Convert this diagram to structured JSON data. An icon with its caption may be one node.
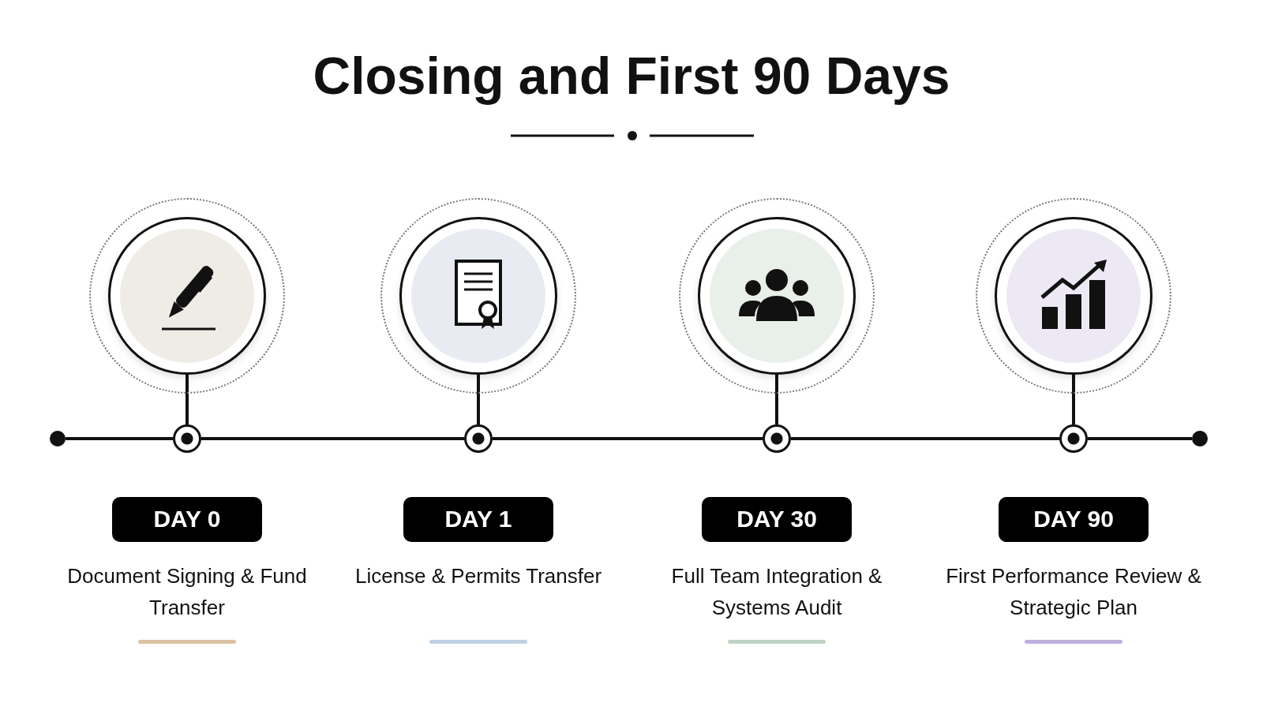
{
  "diagram": {
    "title": "Closing and First 90 Days",
    "nodes": [
      {
        "text": [],
        "shape": "circle"
      },
      {
        "text": [],
        "shape": "circle"
      },
      {
        "text": [],
        "shape": "circle"
      },
      {
        "text": [],
        "shape": "circle"
      },
      {
        "text": [],
        "shape": "circle"
      },
      {
        "text": [],
        "shape": "circle"
      },
      {
        "text": [],
        "shape": "circle"
      },
      {
        "text": [],
        "shape": "circle"
      },
      {
        "text": [],
        "shape": "circle"
      },
      {
        "text": [],
        "shape": "circle"
      },
      {
        "text": [
          "DAY 0"
        ],
        "beside": [
          "Document Signing & Fund Transfer"
        ]
      },
      {
        "text": [
          "DAY 1"
        ],
        "beside": [
          "License & Permits Transfer"
        ]
      },
      {
        "text": [
          "DAY 30"
        ],
        "beside": [
          "Full Team Integration & Systems Audit"
        ]
      },
      {
        "text": [
          "DAY 90"
        ],
        "beside": [
          "First Performance Review & Strategic Plan"
        ]
      }
    ],
    "edges": [
      {
        "from": 0,
        "to": 5,
        "arrow": "none"
      },
      {
        "from": 1,
        "to": 6,
        "arrow": "none"
      },
      {
        "from": 2,
        "to": 7,
        "arrow": "none"
      },
      {
        "from": 3,
        "to": 8,
        "arrow": "none"
      },
      {
        "from": 4,
        "to": 5,
        "arrow": "none"
      },
      {
        "from": 5,
        "to": 6,
        "arrow": "none"
      },
      {
        "from": 6,
        "to": 7,
        "arrow": "none"
      },
      {
        "from": 7,
        "to": 8,
        "arrow": "none"
      },
      {
        "from": 8,
        "to": 9,
        "arrow": "none"
      }
    ]
  }
}
